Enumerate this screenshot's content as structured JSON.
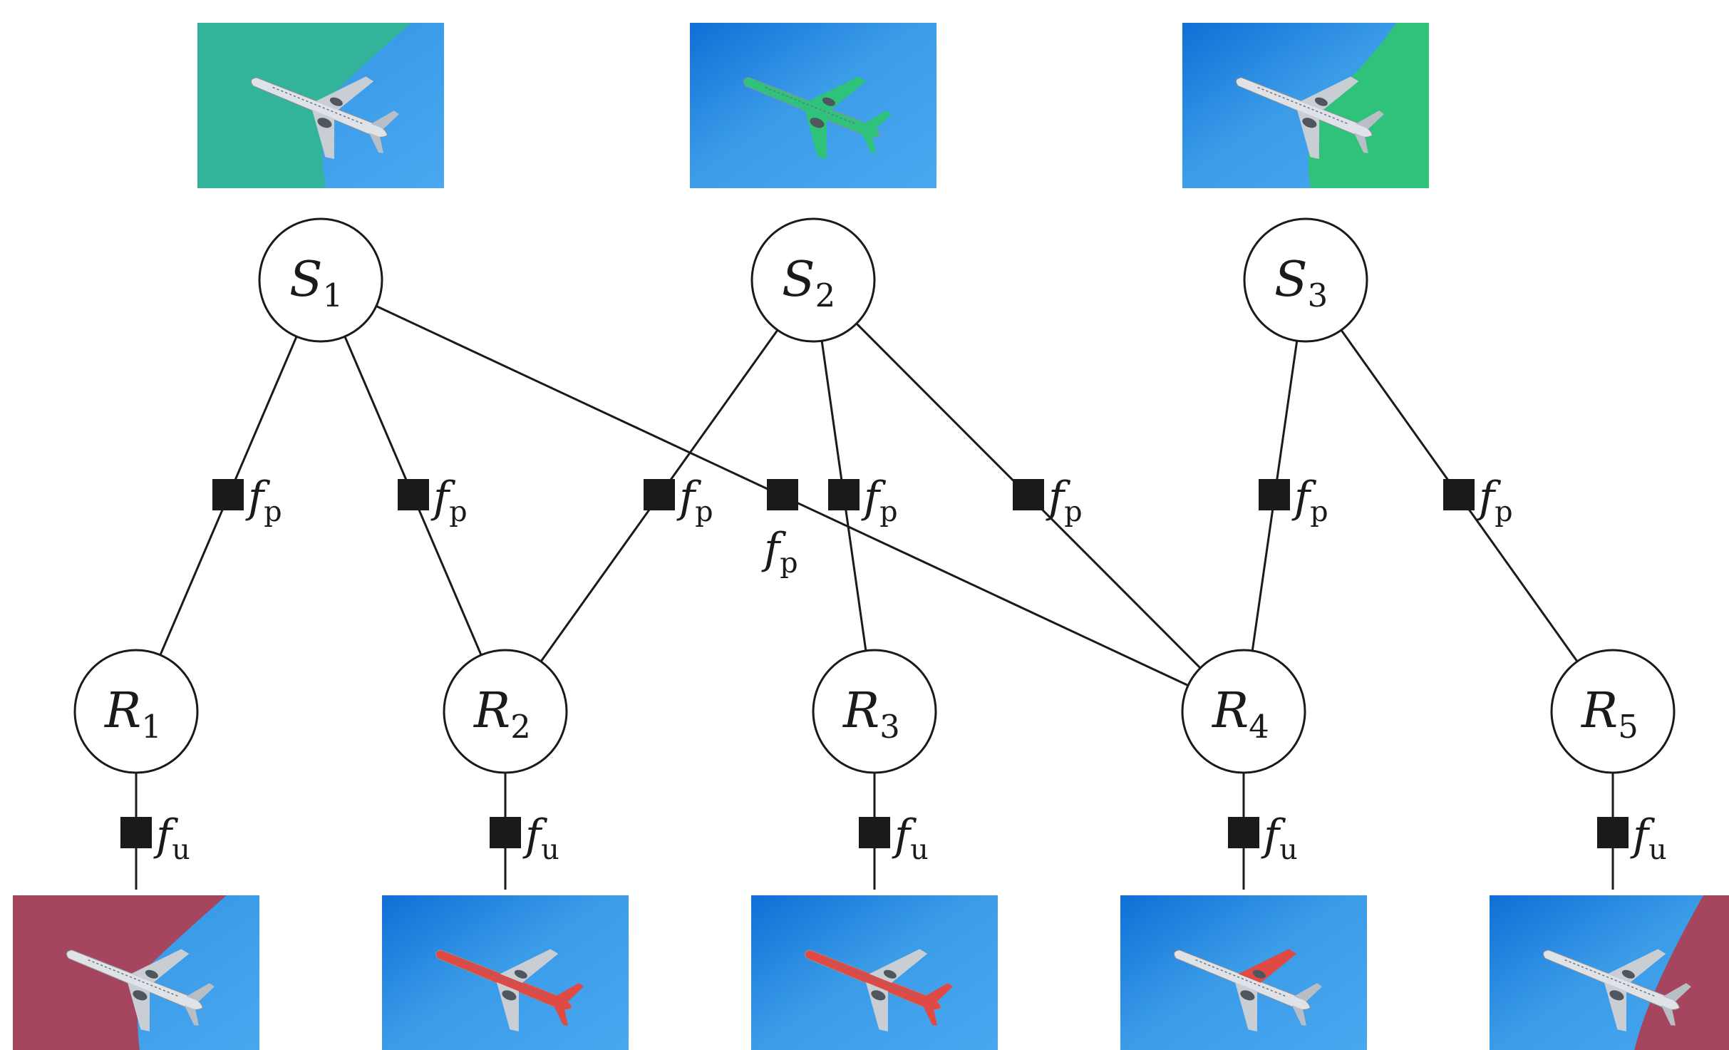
{
  "colors": {
    "line": "#1a1a1a",
    "node_fill": "#ffffff",
    "factor": "#1a1a1a",
    "sky": "#3a9be8",
    "sky_dark": "#0f6fd6",
    "plane": "#dfe2e6",
    "seg_green": "#2fc27a",
    "seg_teal": "#33b49a",
    "seg_red": "#e04a45",
    "seg_maroon": "#a6465e"
  },
  "superpixel_nodes": [
    {
      "id": "S1",
      "letter": "S",
      "sub": "1"
    },
    {
      "id": "S2",
      "letter": "S",
      "sub": "2"
    },
    {
      "id": "S3",
      "letter": "S",
      "sub": "3"
    }
  ],
  "region_nodes": [
    {
      "id": "R1",
      "letter": "R",
      "sub": "1"
    },
    {
      "id": "R2",
      "letter": "R",
      "sub": "2"
    },
    {
      "id": "R3",
      "letter": "R",
      "sub": "3"
    },
    {
      "id": "R4",
      "letter": "R",
      "sub": "4"
    },
    {
      "id": "R5",
      "letter": "R",
      "sub": "5"
    }
  ],
  "pairwise_edges": [
    {
      "from": "S1",
      "to": "R1",
      "factor": {
        "letter": "f",
        "sub": "p"
      }
    },
    {
      "from": "S1",
      "to": "R2",
      "factor": {
        "letter": "f",
        "sub": "p"
      }
    },
    {
      "from": "S2",
      "to": "R2",
      "factor": {
        "letter": "f",
        "sub": "p"
      }
    },
    {
      "from": "S1",
      "to": "R4",
      "factor": {
        "letter": "f",
        "sub": "p"
      }
    },
    {
      "from": "S2",
      "to": "R3",
      "factor": {
        "letter": "f",
        "sub": "p"
      }
    },
    {
      "from": "S2",
      "to": "R4",
      "factor": {
        "letter": "f",
        "sub": "p"
      }
    },
    {
      "from": "S3",
      "to": "R4",
      "factor": {
        "letter": "f",
        "sub": "p"
      }
    },
    {
      "from": "S3",
      "to": "R5",
      "factor": {
        "letter": "f",
        "sub": "p"
      }
    }
  ],
  "unary_factors": [
    {
      "node": "R1",
      "factor": {
        "letter": "f",
        "sub": "u"
      }
    },
    {
      "node": "R2",
      "factor": {
        "letter": "f",
        "sub": "u"
      }
    },
    {
      "node": "R3",
      "factor": {
        "letter": "f",
        "sub": "u"
      }
    },
    {
      "node": "R4",
      "factor": {
        "letter": "f",
        "sub": "u"
      }
    },
    {
      "node": "R5",
      "factor": {
        "letter": "f",
        "sub": "u"
      }
    }
  ],
  "top_images": [
    {
      "node": "S1",
      "segment": "left half of frame",
      "segment_color": "seg_teal"
    },
    {
      "node": "S2",
      "segment": "airplane",
      "segment_color": "seg_green"
    },
    {
      "node": "S3",
      "segment": "right half of frame",
      "segment_color": "seg_green"
    }
  ],
  "bottom_images": [
    {
      "node": "R1",
      "segment": "left half of frame",
      "segment_color": "seg_maroon"
    },
    {
      "node": "R2",
      "segment": "airplane fuselage",
      "segment_color": "seg_red"
    },
    {
      "node": "R3",
      "segment": "airplane lower body",
      "segment_color": "seg_red"
    },
    {
      "node": "R4",
      "segment": "airplane wing",
      "segment_color": "seg_red"
    },
    {
      "node": "R5",
      "segment": "right corner of frame",
      "segment_color": "seg_maroon"
    }
  ]
}
